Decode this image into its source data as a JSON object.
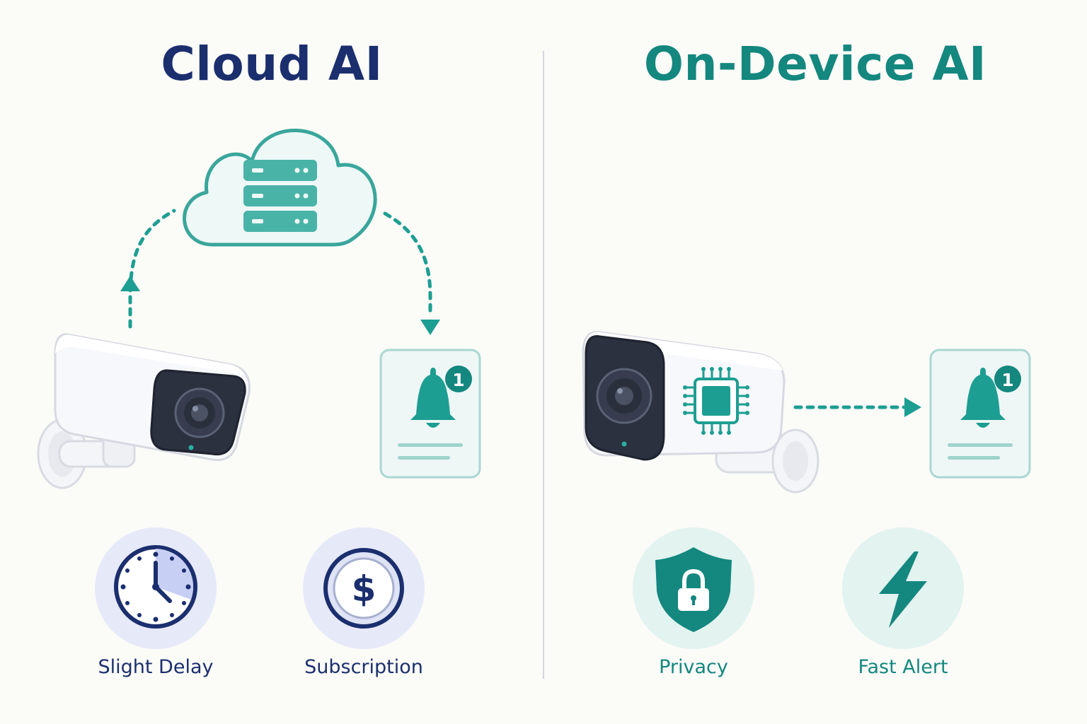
{
  "cloud": {
    "title": "Cloud AI",
    "notification_badge": "1",
    "benefits": [
      {
        "label": "Slight Delay",
        "icon": "clock-icon"
      },
      {
        "label": "Subscription",
        "icon": "dollar-coin-icon"
      }
    ]
  },
  "device": {
    "title": "On-Device AI",
    "notification_badge": "1",
    "benefits": [
      {
        "label": "Privacy",
        "icon": "shield-lock-icon"
      },
      {
        "label": "Fast Alert",
        "icon": "lightning-icon"
      }
    ]
  },
  "colors": {
    "navy": "#1b2e6e",
    "teal": "#14877f",
    "teal_light": "#4ab3a8",
    "blue_tint": "#e6e9f8",
    "teal_tint": "#e2f3f0"
  }
}
